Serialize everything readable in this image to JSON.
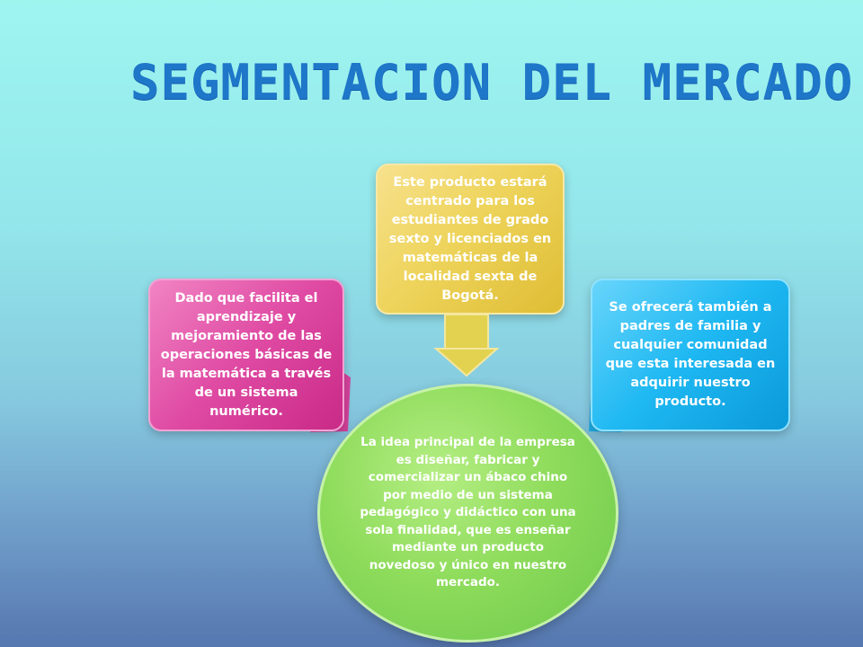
{
  "title": "SEGMENTACION DEL MERCADO",
  "left_box": {
    "text": "Dado  que facilita el aprendizaje y mejoramiento de las operaciones básicas de la matemática a través de  un sistema numérico."
  },
  "top_box": {
    "text": "Este producto estará centrado  para los estudiantes de grado sexto y licenciados en matemáticas de la localidad sexta de Bogotá."
  },
  "right_box": {
    "text": "Se ofrecerá también a padres de familia y cualquier comunidad que esta interesada en adquirir nuestro producto."
  },
  "center_circle": {
    "text": "La idea principal de la empresa  es diseñar, fabricar y comercializar un ábaco chino por medio de un sistema pedagógico y didáctico con una sola finalidad, que es enseñar mediante un producto novedoso y único en nuestro mercado."
  },
  "colors": {
    "title": "#1f77c9",
    "left_box": "#e14ea6",
    "top_box": "#eed45c",
    "right_box": "#1eb8f2",
    "circle": "#8fdc5c",
    "arrow": "#e3d24f"
  }
}
